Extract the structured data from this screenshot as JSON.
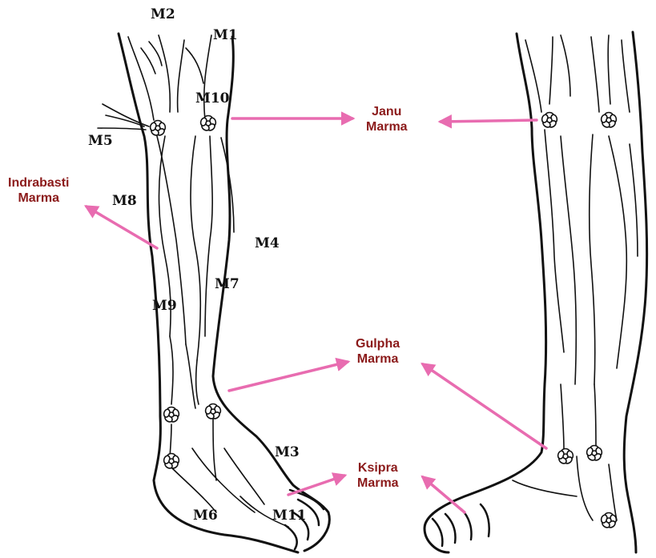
{
  "colors": {
    "outline": "#111111",
    "arrow": "#e86cb0",
    "marma_text": "#8b1a1a"
  },
  "point_labels": {
    "m1": "M1",
    "m2": "M2",
    "m3": "M3",
    "m4": "M4",
    "m5": "M5",
    "m6": "M6",
    "m7": "M7",
    "m8": "M8",
    "m9": "M9",
    "m10": "M10",
    "m11": "M11"
  },
  "marmas": {
    "janu": {
      "line1": "Janu",
      "line2": "Marma"
    },
    "indrabasti": {
      "line1": "Indrabasti",
      "line2": "Marma"
    },
    "gulpha": {
      "line1": "Gulpha",
      "line2": "Marma"
    },
    "ksipra": {
      "line1": "Ksipra",
      "line2": "Marma"
    }
  },
  "icons": {
    "marker": "flower-marker-icon",
    "arrow": "arrow-icon"
  }
}
